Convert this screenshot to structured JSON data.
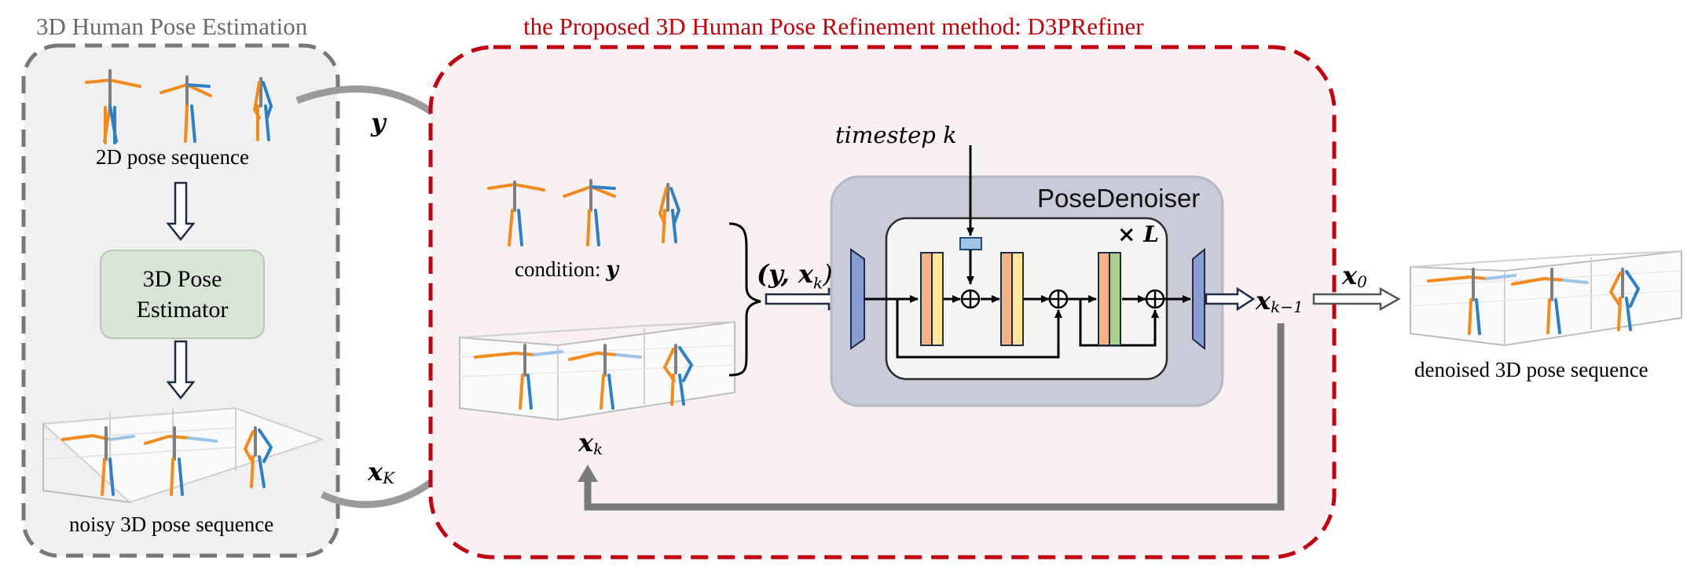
{
  "colors": {
    "left_border": "#777777",
    "right_border": "#c00010",
    "right_fill": "#f9f1f1",
    "left_fill": "#f0f0f0",
    "estimator_fill": "#d7e4d6",
    "pose_denoiser_fill": "#c9ccd8",
    "pose_orange": "#f28a1e",
    "pose_blue": "#2f7fc4",
    "pose_gray": "#7f7f7f",
    "feedback_arrow": "#7a7a7a"
  },
  "left_panel": {
    "title": "3D Human Pose Estimation",
    "caption_2d": "2D pose sequence",
    "estimator_label": "3D Pose\nEstimator",
    "caption_noisy": "noisy 3D pose sequence"
  },
  "right_panel": {
    "title": "the Proposed 3D Human Pose Refinement method: D3PRefiner",
    "condition_prefix": "condition: ",
    "condition_var": "y",
    "y_label": "y",
    "xK_label": "x",
    "xK_sub": "K",
    "xk_label": "x",
    "xk_sub": "k",
    "pair_label": "(y, x",
    "pair_sub": "k",
    "pair_close": ")",
    "timestep_label": "timestep k",
    "pose_denoiser_label": "PoseDenoiser",
    "repeat_label": "× L",
    "output_label": "x",
    "output_sub": "k−1"
  },
  "output": {
    "x0_label": "x",
    "x0_sub": "0",
    "caption": "denoised 3D pose sequence"
  }
}
